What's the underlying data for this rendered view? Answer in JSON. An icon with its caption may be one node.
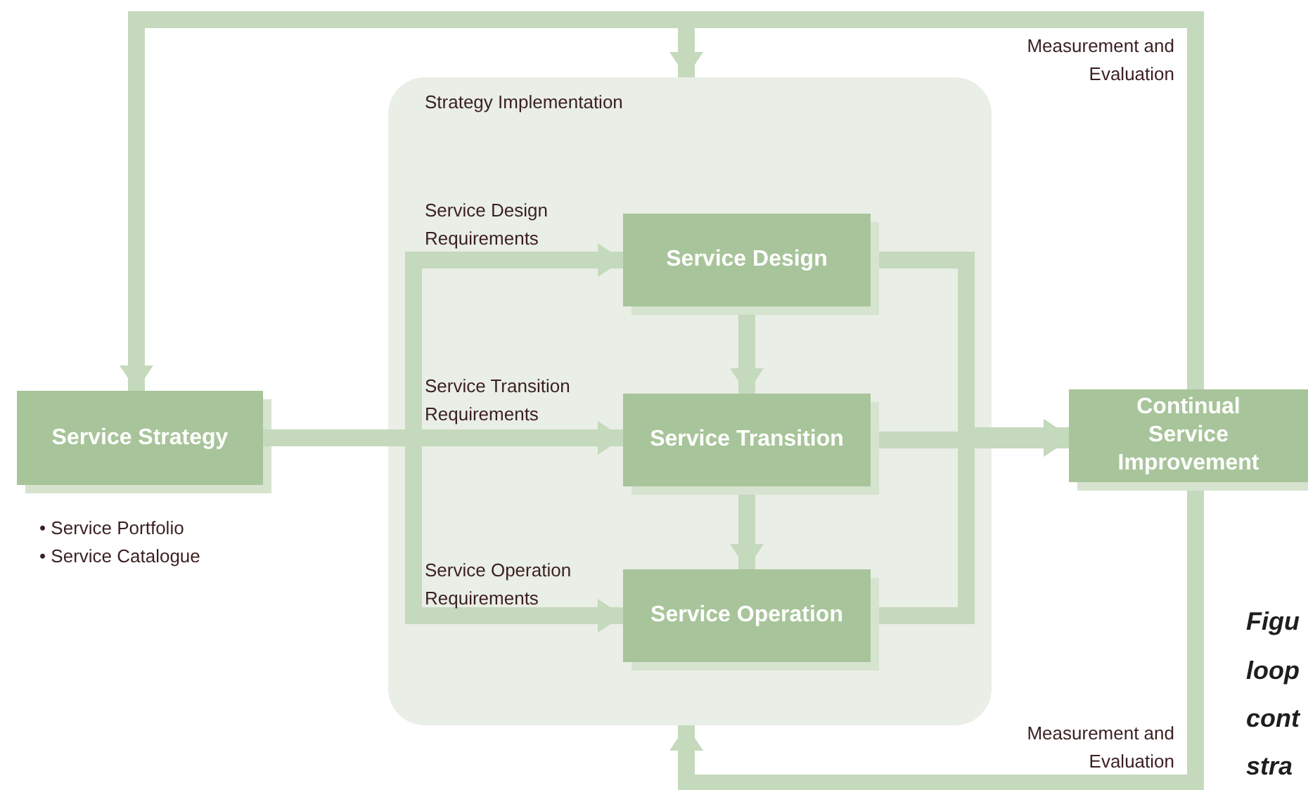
{
  "diagram": {
    "nodes": [
      {
        "text": [
          "Strategy Implementation"
        ]
      },
      {
        "text": [
          "Service Strategy"
        ],
        "beside": [
          "• Service Portfolio",
          "• Service Catalogue"
        ]
      },
      {
        "text": [
          "Service Design"
        ],
        "in": 0
      },
      {
        "text": [
          "Service Transition"
        ],
        "in": 0
      },
      {
        "text": [
          "Service Operation"
        ],
        "in": 0
      },
      {
        "text": [
          "Continual Service Improvement"
        ]
      }
    ],
    "edges": [
      {
        "from": 1,
        "to": 2,
        "arrow": "to",
        "label": "Service Design Requirements"
      },
      {
        "from": 1,
        "to": 3,
        "arrow": "to",
        "label": "Service Transition Requirements"
      },
      {
        "from": 1,
        "to": 4,
        "arrow": "to",
        "label": "Service Operation Requirements"
      },
      {
        "from": 2,
        "to": 3,
        "arrow": "to"
      },
      {
        "from": 3,
        "to": 4,
        "arrow": "to"
      },
      {
        "from": 2,
        "to": 5,
        "arrow": "to"
      },
      {
        "from": 3,
        "to": 5,
        "arrow": "to"
      },
      {
        "from": 4,
        "to": 5,
        "arrow": "to"
      },
      {
        "from": 5,
        "to": 1,
        "arrow": "to",
        "label": "Measurement and Evaluation"
      },
      {
        "from": 5,
        "to": 0,
        "arrow": "to"
      },
      {
        "from": 5,
        "to": 0,
        "arrow": "to",
        "label": "Measurement and Evaluation"
      }
    ],
    "labels": [
      "Figu",
      "loop",
      "cont",
      "stra"
    ]
  }
}
